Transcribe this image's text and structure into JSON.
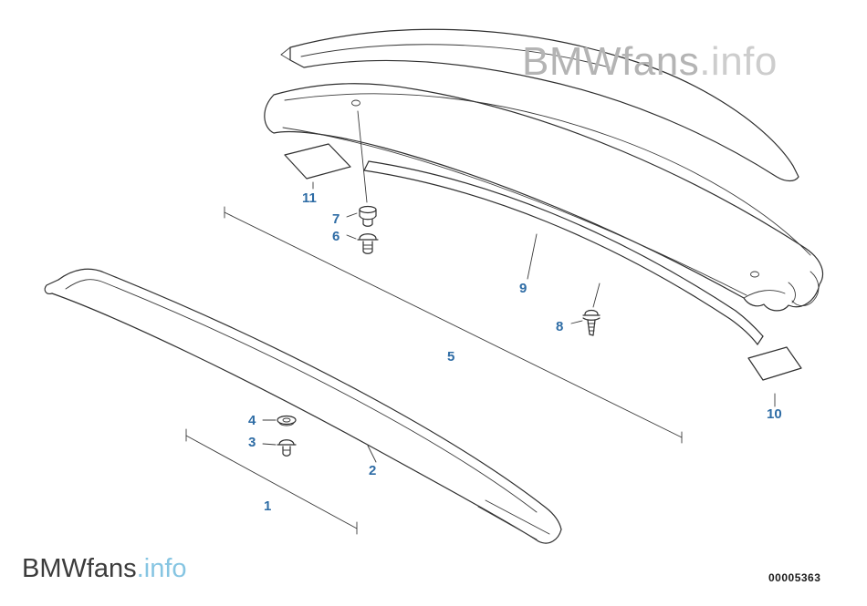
{
  "watermark": {
    "brand": "BMWfans",
    "suffix": ".info"
  },
  "footer": {
    "brand": "BMWfans",
    "suffix": ".info",
    "code": "00005363"
  },
  "colors": {
    "callout_blue": "#2e6ca5",
    "line_art": "#2f2f2f",
    "watermark_gray": "#b4b4b4",
    "logo_info_blue": "#86c5e2"
  },
  "callouts": [
    {
      "label": "1"
    },
    {
      "label": "2"
    },
    {
      "label": "3"
    },
    {
      "label": "4"
    },
    {
      "label": "5"
    },
    {
      "label": "6"
    },
    {
      "label": "7"
    },
    {
      "label": "8"
    },
    {
      "label": "9"
    },
    {
      "label": "10"
    },
    {
      "label": "11"
    }
  ]
}
